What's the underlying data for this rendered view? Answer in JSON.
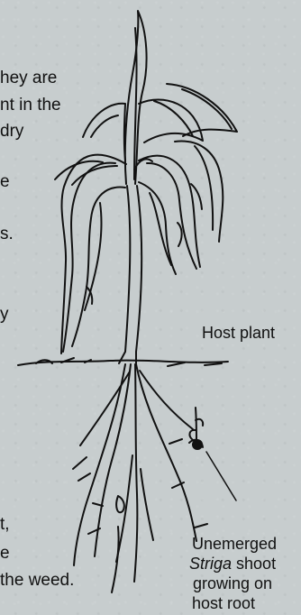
{
  "text_fragments": [
    "hey are",
    "nt in the",
    "dry",
    "e",
    "s.",
    "y",
    "t,",
    "e",
    "the weed."
  ],
  "labels": {
    "host_plant": "Host plant",
    "striga_line_1": "Unemerged",
    "striga_line_2_italic": "Striga",
    "striga_line_2_rest": " shoot",
    "striga_line_3": "growing on",
    "striga_line_4": "host root"
  }
}
